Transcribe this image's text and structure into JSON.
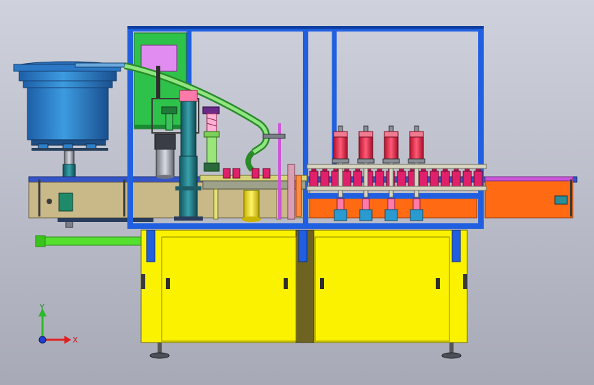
{
  "viewport": {
    "title": ""
  },
  "triad": {
    "x_label": "X",
    "y_label": "Y"
  },
  "colors": {
    "background_top": "#cfd2dc",
    "background_bottom": "#a7aab6",
    "frame_blue": "#1f5fe0",
    "cabinet_yellow": "#fbf200",
    "conveyor_orange": "#ff6a13",
    "bed_tan": "#c9b888",
    "hopper_blue": "#2a7fc9",
    "panel_green": "#2fc24a",
    "panel_violet": "#e08cf0",
    "cylinder_red": "#ef2b4f",
    "bottle_magenta": "#e0206a",
    "feed_pipe_green": "#55e030"
  },
  "objects": {
    "bowl_feeder": "vibratory-bowl-feeder",
    "cap_chute": "cap-delivery-chute",
    "capping_heads": 4,
    "cabinet_doors": 2,
    "conveyor": "bottle-conveyor"
  }
}
